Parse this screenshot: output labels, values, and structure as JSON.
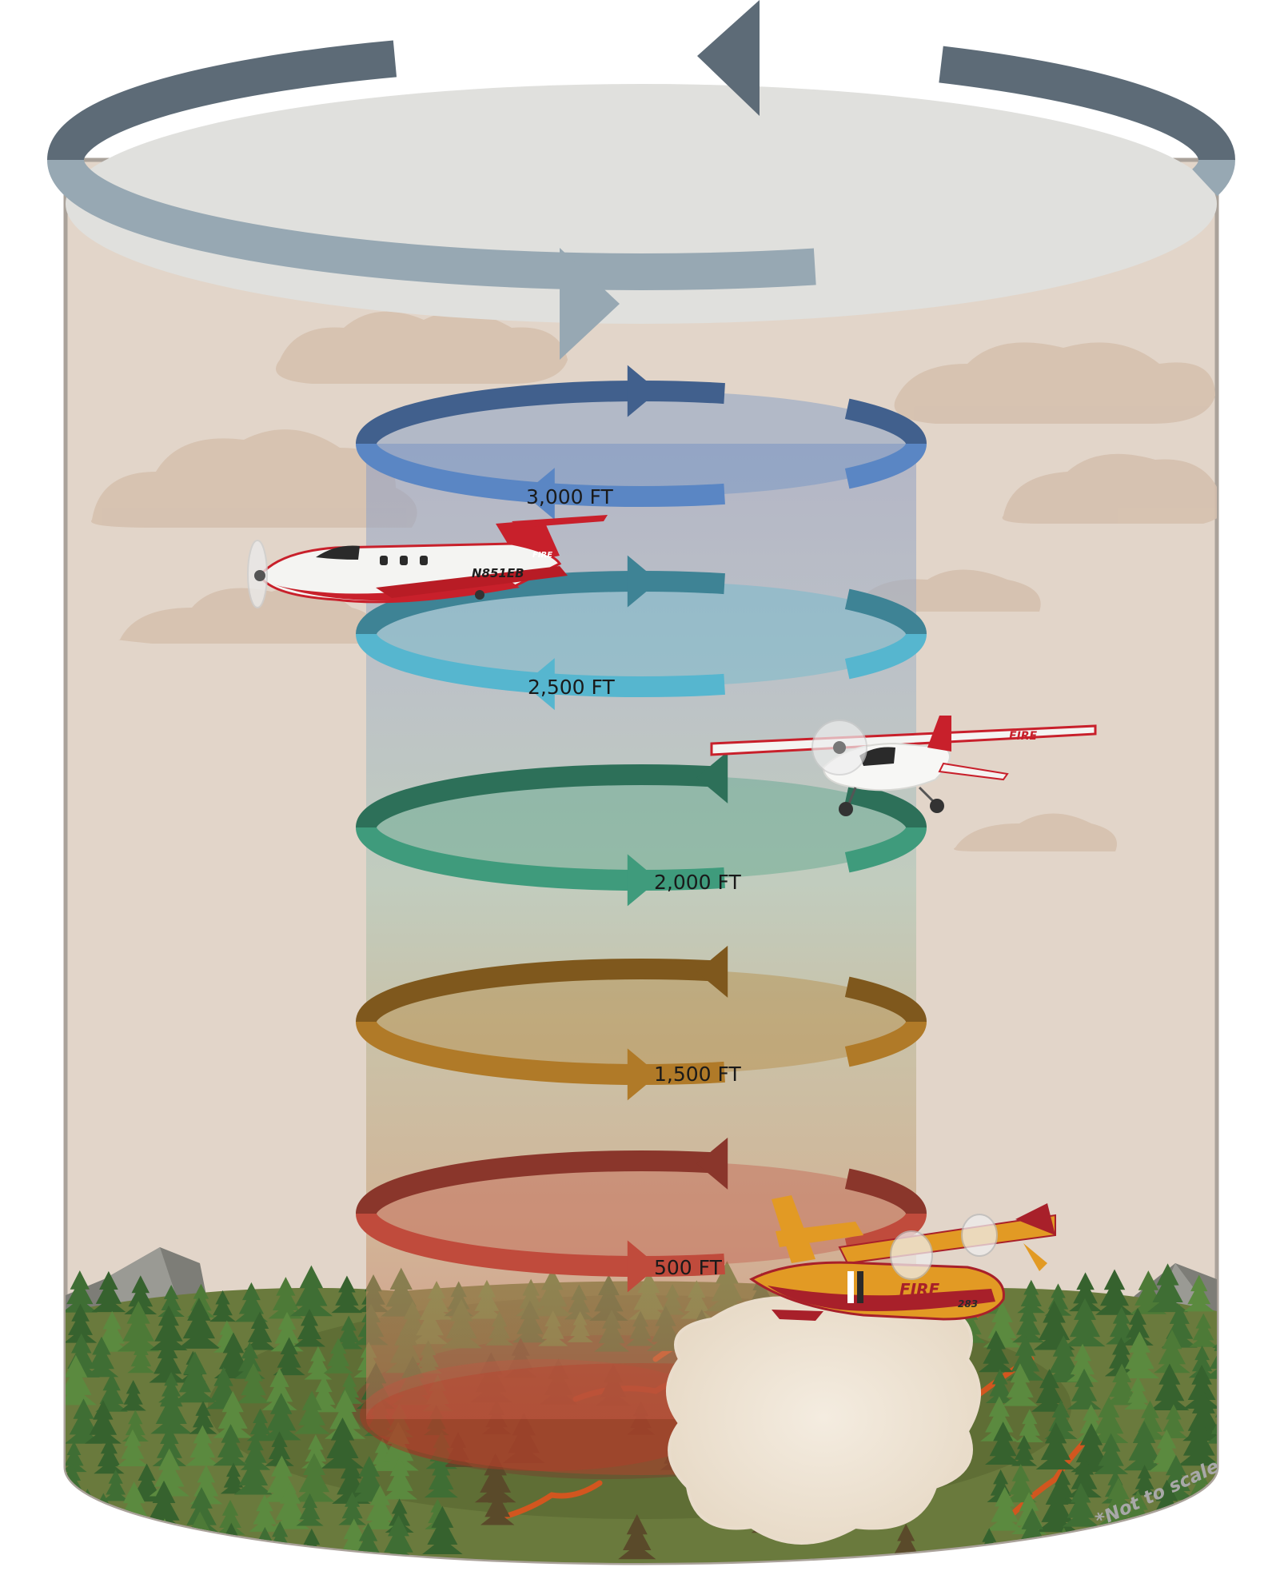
{
  "altitudes": [
    {
      "label": "3,000 FT",
      "key": "alt-3000"
    },
    {
      "label": "2,500 FT",
      "key": "alt-2500"
    },
    {
      "label": "2,000 FT",
      "key": "alt-2000"
    },
    {
      "label": "1,500 FT",
      "key": "alt-1500"
    },
    {
      "label": "500 FT",
      "key": "alt-500"
    }
  ],
  "note": "*Not to scale",
  "aircraft": {
    "lead_plane_tail": "N851EB",
    "lead_plane_marking": "FIRE",
    "air_attack_marking": "FIRE",
    "scooper_marking": "FIRE",
    "scooper_number": "283"
  },
  "colors": {
    "sky": "#e2d5c9",
    "cloud": "#d5bfad",
    "outer_ring_dark": "#5d6b77",
    "outer_ring_light": "#97a8b3",
    "outer_top": "#e0e0dd",
    "tier_3000": "#5a86c4",
    "tier_2500": "#56b6cf",
    "tier_2000": "#3f9b7c",
    "tier_1500": "#b07a28",
    "tier_500": "#c04b3c",
    "forest": "#4d7a37",
    "mountain": "#7d7d77",
    "fire": "#d2561f"
  }
}
